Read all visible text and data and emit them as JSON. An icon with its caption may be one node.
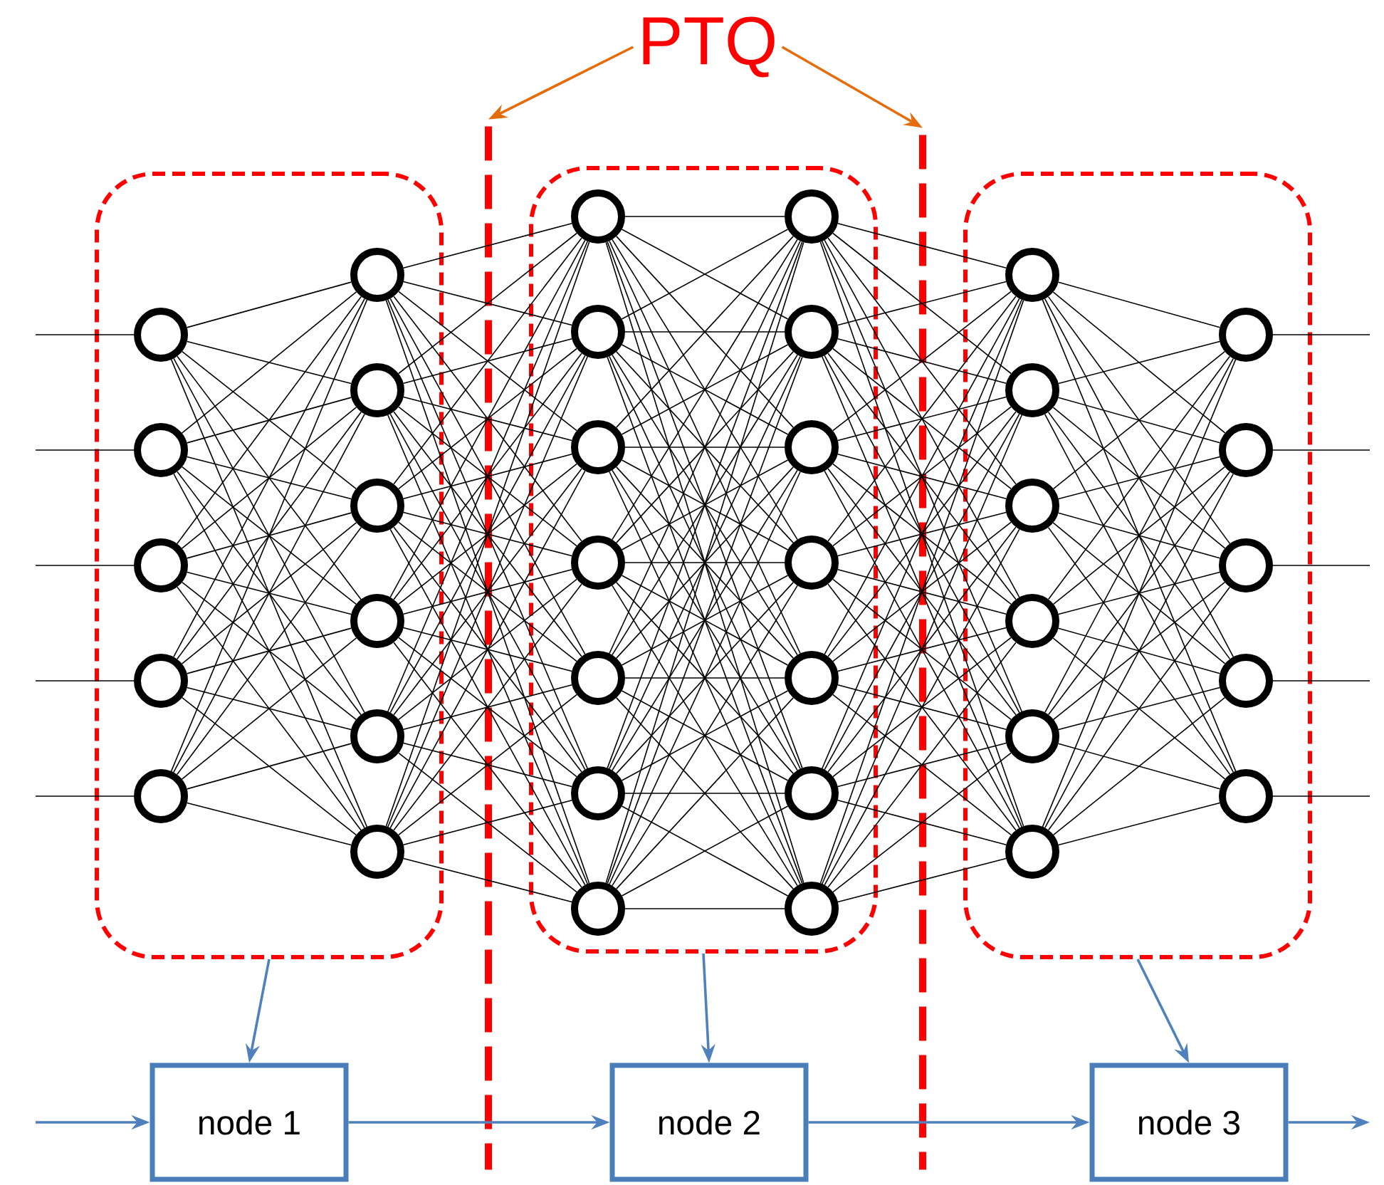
{
  "diagram": {
    "nodes": [
      {
        "text": [
          "PTQ"
        ]
      },
      {
        "text": [],
        "shape": "line"
      },
      {
        "text": [],
        "shape": "line"
      },
      {
        "text": [],
        "shape": "box"
      },
      {
        "text": [],
        "shape": "circle",
        "in": 3
      },
      {
        "text": [],
        "shape": "circle",
        "in": 3
      },
      {
        "text": [],
        "shape": "circle",
        "in": 3
      },
      {
        "text": [],
        "shape": "circle",
        "in": 3
      },
      {
        "text": [],
        "shape": "circle",
        "in": 3
      },
      {
        "text": [],
        "shape": "circle",
        "in": 3
      },
      {
        "text": [],
        "shape": "circle",
        "in": 3
      },
      {
        "text": [],
        "shape": "circle",
        "in": 3
      },
      {
        "text": [],
        "shape": "circle",
        "in": 3
      },
      {
        "text": [],
        "shape": "circle",
        "in": 3
      },
      {
        "text": [],
        "shape": "circle",
        "in": 3
      },
      {
        "text": [],
        "shape": "box"
      },
      {
        "text": [],
        "shape": "circle",
        "in": 15
      },
      {
        "text": [],
        "shape": "circle",
        "in": 15
      },
      {
        "text": [],
        "shape": "circle",
        "in": 15
      },
      {
        "text": [],
        "shape": "circle",
        "in": 15
      },
      {
        "text": [],
        "shape": "circle",
        "in": 15
      },
      {
        "text": [],
        "shape": "circle",
        "in": 15
      },
      {
        "text": [],
        "shape": "circle",
        "in": 15
      },
      {
        "text": [],
        "shape": "circle",
        "in": 15
      },
      {
        "text": [],
        "shape": "circle",
        "in": 15
      },
      {
        "text": [],
        "shape": "circle",
        "in": 15
      },
      {
        "text": [],
        "shape": "circle",
        "in": 15
      },
      {
        "text": [],
        "shape": "circle",
        "in": 15
      },
      {
        "text": [],
        "shape": "circle",
        "in": 15
      },
      {
        "text": [],
        "shape": "circle",
        "in": 15
      },
      {
        "text": [],
        "shape": "box"
      },
      {
        "text": [],
        "shape": "circle",
        "in": 30
      },
      {
        "text": [],
        "shape": "circle",
        "in": 30
      },
      {
        "text": [],
        "shape": "circle",
        "in": 30
      },
      {
        "text": [],
        "shape": "circle",
        "in": 30
      },
      {
        "text": [],
        "shape": "circle",
        "in": 30
      },
      {
        "text": [],
        "shape": "circle",
        "in": 30
      },
      {
        "text": [],
        "shape": "circle",
        "in": 30
      },
      {
        "text": [],
        "shape": "circle",
        "in": 30
      },
      {
        "text": [],
        "shape": "circle",
        "in": 30
      },
      {
        "text": [],
        "shape": "circle",
        "in": 30
      },
      {
        "text": [],
        "shape": "circle",
        "in": 30
      },
      {
        "text": [
          "node 1"
        ]
      },
      {
        "text": [
          "node 2"
        ]
      },
      {
        "text": [
          "node 3"
        ]
      }
    ],
    "edges": [
      {
        "from": null,
        "to": 4,
        "arrow": "none"
      },
      {
        "from": null,
        "to": 5,
        "arrow": "none"
      },
      {
        "from": null,
        "to": 6,
        "arrow": "none"
      },
      {
        "from": null,
        "to": 7,
        "arrow": "none"
      },
      {
        "from": null,
        "to": 8,
        "arrow": "none"
      },
      {
        "from": 4,
        "to": 9,
        "arrow": "none"
      },
      {
        "from": 4,
        "to": 10,
        "arrow": "none"
      },
      {
        "from": 4,
        "to": 11,
        "arrow": "none"
      },
      {
        "from": 4,
        "to": 12,
        "arrow": "none"
      },
      {
        "from": 4,
        "to": 13,
        "arrow": "none"
      },
      {
        "from": 4,
        "to": 14,
        "arrow": "none"
      },
      {
        "from": 5,
        "to": 9,
        "arrow": "none"
      },
      {
        "from": 5,
        "to": 10,
        "arrow": "none"
      },
      {
        "from": 5,
        "to": 11,
        "arrow": "none"
      },
      {
        "from": 5,
        "to": 12,
        "arrow": "none"
      },
      {
        "from": 5,
        "to": 13,
        "arrow": "none"
      },
      {
        "from": 5,
        "to": 14,
        "arrow": "none"
      },
      {
        "from": 6,
        "to": 9,
        "arrow": "none"
      },
      {
        "from": 6,
        "to": 10,
        "arrow": "none"
      },
      {
        "from": 6,
        "to": 11,
        "arrow": "none"
      },
      {
        "from": 6,
        "to": 12,
        "arrow": "none"
      },
      {
        "from": 6,
        "to": 13,
        "arrow": "none"
      },
      {
        "from": 6,
        "to": 14,
        "arrow": "none"
      },
      {
        "from": 7,
        "to": 9,
        "arrow": "none"
      },
      {
        "from": 7,
        "to": 10,
        "arrow": "none"
      },
      {
        "from": 7,
        "to": 11,
        "arrow": "none"
      },
      {
        "from": 7,
        "to": 12,
        "arrow": "none"
      },
      {
        "from": 7,
        "to": 13,
        "arrow": "none"
      },
      {
        "from": 7,
        "to": 14,
        "arrow": "none"
      },
      {
        "from": 8,
        "to": 9,
        "arrow": "none"
      },
      {
        "from": 8,
        "to": 10,
        "arrow": "none"
      },
      {
        "from": 8,
        "to": 11,
        "arrow": "none"
      },
      {
        "from": 8,
        "to": 12,
        "arrow": "none"
      },
      {
        "from": 8,
        "to": 13,
        "arrow": "none"
      },
      {
        "from": 8,
        "to": 14,
        "arrow": "none"
      },
      {
        "from": 9,
        "to": 16,
        "arrow": "none"
      },
      {
        "from": 9,
        "to": 17,
        "arrow": "none"
      },
      {
        "from": 9,
        "to": 18,
        "arrow": "none"
      },
      {
        "from": 9,
        "to": 19,
        "arrow": "none"
      },
      {
        "from": 9,
        "to": 20,
        "arrow": "none"
      },
      {
        "from": 9,
        "to": 21,
        "arrow": "none"
      },
      {
        "from": 9,
        "to": 22,
        "arrow": "none"
      },
      {
        "from": 10,
        "to": 16,
        "arrow": "none"
      },
      {
        "from": 10,
        "to": 17,
        "arrow": "none"
      },
      {
        "from": 10,
        "to": 18,
        "arrow": "none"
      },
      {
        "from": 10,
        "to": 19,
        "arrow": "none"
      },
      {
        "from": 10,
        "to": 20,
        "arrow": "none"
      },
      {
        "from": 10,
        "to": 21,
        "arrow": "none"
      },
      {
        "from": 10,
        "to": 22,
        "arrow": "none"
      },
      {
        "from": 11,
        "to": 16,
        "arrow": "none"
      },
      {
        "from": 11,
        "to": 17,
        "arrow": "none"
      },
      {
        "from": 11,
        "to": 18,
        "arrow": "none"
      },
      {
        "from": 11,
        "to": 19,
        "arrow": "none"
      },
      {
        "from": 11,
        "to": 20,
        "arrow": "none"
      },
      {
        "from": 11,
        "to": 21,
        "arrow": "none"
      },
      {
        "from": 11,
        "to": 22,
        "arrow": "none"
      },
      {
        "from": 12,
        "to": 16,
        "arrow": "none"
      },
      {
        "from": 12,
        "to": 17,
        "arrow": "none"
      },
      {
        "from": 12,
        "to": 18,
        "arrow": "none"
      },
      {
        "from": 12,
        "to": 19,
        "arrow": "none"
      },
      {
        "from": 12,
        "to": 20,
        "arrow": "none"
      },
      {
        "from": 12,
        "to": 21,
        "arrow": "none"
      },
      {
        "from": 12,
        "to": 22,
        "arrow": "none"
      },
      {
        "from": 13,
        "to": 16,
        "arrow": "none"
      },
      {
        "from": 13,
        "to": 17,
        "arrow": "none"
      },
      {
        "from": 13,
        "to": 18,
        "arrow": "none"
      },
      {
        "from": 13,
        "to": 19,
        "arrow": "none"
      },
      {
        "from": 13,
        "to": 20,
        "arrow": "none"
      },
      {
        "from": 13,
        "to": 21,
        "arrow": "none"
      },
      {
        "from": 13,
        "to": 22,
        "arrow": "none"
      },
      {
        "from": 14,
        "to": 16,
        "arrow": "none"
      },
      {
        "from": 14,
        "to": 17,
        "arrow": "none"
      },
      {
        "from": 14,
        "to": 18,
        "arrow": "none"
      },
      {
        "from": 14,
        "to": 19,
        "arrow": "none"
      },
      {
        "from": 14,
        "to": 20,
        "arrow": "none"
      },
      {
        "from": 14,
        "to": 21,
        "arrow": "none"
      },
      {
        "from": 14,
        "to": 22,
        "arrow": "none"
      },
      {
        "from": 16,
        "to": 23,
        "arrow": "none"
      },
      {
        "from": 16,
        "to": 24,
        "arrow": "none"
      },
      {
        "from": 16,
        "to": 25,
        "arrow": "none"
      },
      {
        "from": 16,
        "to": 26,
        "arrow": "none"
      },
      {
        "from": 16,
        "to": 27,
        "arrow": "none"
      },
      {
        "from": 16,
        "to": 28,
        "arrow": "none"
      },
      {
        "from": 16,
        "to": 29,
        "arrow": "none"
      },
      {
        "from": 17,
        "to": 23,
        "arrow": "none"
      },
      {
        "from": 17,
        "to": 24,
        "arrow": "none"
      },
      {
        "from": 17,
        "to": 25,
        "arrow": "none"
      },
      {
        "from": 17,
        "to": 26,
        "arrow": "none"
      },
      {
        "from": 17,
        "to": 27,
        "arrow": "none"
      },
      {
        "from": 17,
        "to": 28,
        "arrow": "none"
      },
      {
        "from": 17,
        "to": 29,
        "arrow": "none"
      },
      {
        "from": 18,
        "to": 23,
        "arrow": "none"
      },
      {
        "from": 18,
        "to": 24,
        "arrow": "none"
      },
      {
        "from": 18,
        "to": 25,
        "arrow": "none"
      },
      {
        "from": 18,
        "to": 26,
        "arrow": "none"
      },
      {
        "from": 18,
        "to": 27,
        "arrow": "none"
      },
      {
        "from": 18,
        "to": 28,
        "arrow": "none"
      },
      {
        "from": 18,
        "to": 29,
        "arrow": "none"
      },
      {
        "from": 19,
        "to": 23,
        "arrow": "none"
      },
      {
        "from": 19,
        "to": 24,
        "arrow": "none"
      },
      {
        "from": 19,
        "to": 25,
        "arrow": "none"
      },
      {
        "from": 19,
        "to": 26,
        "arrow": "none"
      },
      {
        "from": 19,
        "to": 27,
        "arrow": "none"
      },
      {
        "from": 19,
        "to": 28,
        "arrow": "none"
      },
      {
        "from": 19,
        "to": 29,
        "arrow": "none"
      },
      {
        "from": 20,
        "to": 23,
        "arrow": "none"
      },
      {
        "from": 20,
        "to": 24,
        "arrow": "none"
      },
      {
        "from": 20,
        "to": 25,
        "arrow": "none"
      },
      {
        "from": 20,
        "to": 26,
        "arrow": "none"
      },
      {
        "from": 20,
        "to": 27,
        "arrow": "none"
      },
      {
        "from": 20,
        "to": 28,
        "arrow": "none"
      },
      {
        "from": 20,
        "to": 29,
        "arrow": "none"
      },
      {
        "from": 21,
        "to": 23,
        "arrow": "none"
      },
      {
        "from": 21,
        "to": 24,
        "arrow": "none"
      },
      {
        "from": 21,
        "to": 25,
        "arrow": "none"
      },
      {
        "from": 21,
        "to": 26,
        "arrow": "none"
      },
      {
        "from": 21,
        "to": 27,
        "arrow": "none"
      },
      {
        "from": 21,
        "to": 28,
        "arrow": "none"
      },
      {
        "from": 21,
        "to": 29,
        "arrow": "none"
      },
      {
        "from": 22,
        "to": 23,
        "arrow": "none"
      },
      {
        "from": 22,
        "to": 24,
        "arrow": "none"
      },
      {
        "from": 22,
        "to": 25,
        "arrow": "none"
      },
      {
        "from": 22,
        "to": 26,
        "arrow": "none"
      },
      {
        "from": 22,
        "to": 27,
        "arrow": "none"
      },
      {
        "from": 22,
        "to": 28,
        "arrow": "none"
      },
      {
        "from": 22,
        "to": 29,
        "arrow": "none"
      },
      {
        "from": 23,
        "to": 31,
        "arrow": "none"
      },
      {
        "from": 23,
        "to": 32,
        "arrow": "none"
      },
      {
        "from": 23,
        "to": 33,
        "arrow": "none"
      },
      {
        "from": 23,
        "to": 34,
        "arrow": "none"
      },
      {
        "from": 23,
        "to": 35,
        "arrow": "none"
      },
      {
        "from": 23,
        "to": 36,
        "arrow": "none"
      },
      {
        "from": 24,
        "to": 31,
        "arrow": "none"
      },
      {
        "from": 24,
        "to": 32,
        "arrow": "none"
      },
      {
        "from": 24,
        "to": 33,
        "arrow": "none"
      },
      {
        "from": 24,
        "to": 34,
        "arrow": "none"
      },
      {
        "from": 24,
        "to": 35,
        "arrow": "none"
      },
      {
        "from": 24,
        "to": 36,
        "arrow": "none"
      },
      {
        "from": 25,
        "to": 31,
        "arrow": "none"
      },
      {
        "from": 25,
        "to": 32,
        "arrow": "none"
      },
      {
        "from": 25,
        "to": 33,
        "arrow": "none"
      },
      {
        "from": 25,
        "to": 34,
        "arrow": "none"
      },
      {
        "from": 25,
        "to": 35,
        "arrow": "none"
      },
      {
        "from": 25,
        "to": 36,
        "arrow": "none"
      },
      {
        "from": 26,
        "to": 31,
        "arrow": "none"
      },
      {
        "from": 26,
        "to": 32,
        "arrow": "none"
      },
      {
        "from": 26,
        "to": 33,
        "arrow": "none"
      },
      {
        "from": 26,
        "to": 34,
        "arrow": "none"
      },
      {
        "from": 26,
        "to": 35,
        "arrow": "none"
      },
      {
        "from": 26,
        "to": 36,
        "arrow": "none"
      },
      {
        "from": 27,
        "to": 31,
        "arrow": "none"
      },
      {
        "from": 27,
        "to": 32,
        "arrow": "none"
      },
      {
        "from": 27,
        "to": 33,
        "arrow": "none"
      },
      {
        "from": 27,
        "to": 34,
        "arrow": "none"
      },
      {
        "from": 27,
        "to": 35,
        "arrow": "none"
      },
      {
        "from": 27,
        "to": 36,
        "arrow": "none"
      },
      {
        "from": 28,
        "to": 31,
        "arrow": "none"
      },
      {
        "from": 28,
        "to": 32,
        "arrow": "none"
      },
      {
        "from": 28,
        "to": 33,
        "arrow": "none"
      },
      {
        "from": 28,
        "to": 34,
        "arrow": "none"
      },
      {
        "from": 28,
        "to": 35,
        "arrow": "none"
      },
      {
        "from": 28,
        "to": 36,
        "arrow": "none"
      },
      {
        "from": 29,
        "to": 31,
        "arrow": "none"
      },
      {
        "from": 29,
        "to": 32,
        "arrow": "none"
      },
      {
        "from": 29,
        "to": 33,
        "arrow": "none"
      },
      {
        "from": 29,
        "to": 34,
        "arrow": "none"
      },
      {
        "from": 29,
        "to": 35,
        "arrow": "none"
      },
      {
        "from": 29,
        "to": 36,
        "arrow": "none"
      },
      {
        "from": 31,
        "to": 37,
        "arrow": "none"
      },
      {
        "from": 31,
        "to": 38,
        "arrow": "none"
      },
      {
        "from": 31,
        "to": 39,
        "arrow": "none"
      },
      {
        "from": 31,
        "to": 40,
        "arrow": "none"
      },
      {
        "from": 31,
        "to": 41,
        "arrow": "none"
      },
      {
        "from": 32,
        "to": 37,
        "arrow": "none"
      },
      {
        "from": 32,
        "to": 38,
        "arrow": "none"
      },
      {
        "from": 32,
        "to": 39,
        "arrow": "none"
      },
      {
        "from": 32,
        "to": 40,
        "arrow": "none"
      },
      {
        "from": 32,
        "to": 41,
        "arrow": "none"
      },
      {
        "from": 33,
        "to": 37,
        "arrow": "none"
      },
      {
        "from": 33,
        "to": 38,
        "arrow": "none"
      },
      {
        "from": 33,
        "to": 39,
        "arrow": "none"
      },
      {
        "from": 33,
        "to": 40,
        "arrow": "none"
      },
      {
        "from": 33,
        "to": 41,
        "arrow": "none"
      },
      {
        "from": 34,
        "to": 37,
        "arrow": "none"
      },
      {
        "from": 34,
        "to": 38,
        "arrow": "none"
      },
      {
        "from": 34,
        "to": 39,
        "arrow": "none"
      },
      {
        "from": 34,
        "to": 40,
        "arrow": "none"
      },
      {
        "from": 34,
        "to": 41,
        "arrow": "none"
      },
      {
        "from": 35,
        "to": 37,
        "arrow": "none"
      },
      {
        "from": 35,
        "to": 38,
        "arrow": "none"
      },
      {
        "from": 35,
        "to": 39,
        "arrow": "none"
      },
      {
        "from": 35,
        "to": 40,
        "arrow": "none"
      },
      {
        "from": 35,
        "to": 41,
        "arrow": "none"
      },
      {
        "from": 36,
        "to": 37,
        "arrow": "none"
      },
      {
        "from": 36,
        "to": 38,
        "arrow": "none"
      },
      {
        "from": 36,
        "to": 39,
        "arrow": "none"
      },
      {
        "from": 36,
        "to": 40,
        "arrow": "none"
      },
      {
        "from": 36,
        "to": 41,
        "arrow": "none"
      },
      {
        "from": 37,
        "to": null,
        "arrow": "none"
      },
      {
        "from": 38,
        "to": null,
        "arrow": "none"
      },
      {
        "from": 39,
        "to": null,
        "arrow": "none"
      },
      {
        "from": 40,
        "to": null,
        "arrow": "none"
      },
      {
        "from": 41,
        "to": null,
        "arrow": "none"
      },
      {
        "from": 0,
        "to": 1,
        "arrow": "to",
        "color": "#e46c0a"
      },
      {
        "from": 0,
        "to": 2,
        "arrow": "to",
        "color": "#e46c0a"
      },
      {
        "from": 3,
        "to": 42,
        "arrow": "to",
        "color": "#4f81bd"
      },
      {
        "from": 15,
        "to": 43,
        "arrow": "to",
        "color": "#4f81bd"
      },
      {
        "from": 30,
        "to": 44,
        "arrow": "to",
        "color": "#4f81bd"
      },
      {
        "from": null,
        "to": 42,
        "arrow": "to",
        "color": "#4f81bd"
      },
      {
        "from": 42,
        "to": 43,
        "arrow": "to",
        "color": "#4f81bd"
      },
      {
        "from": 43,
        "to": 44,
        "arrow": "to",
        "color": "#4f81bd"
      },
      {
        "from": 44,
        "to": null,
        "arrow": "to",
        "color": "#4f81bd"
      }
    ]
  }
}
